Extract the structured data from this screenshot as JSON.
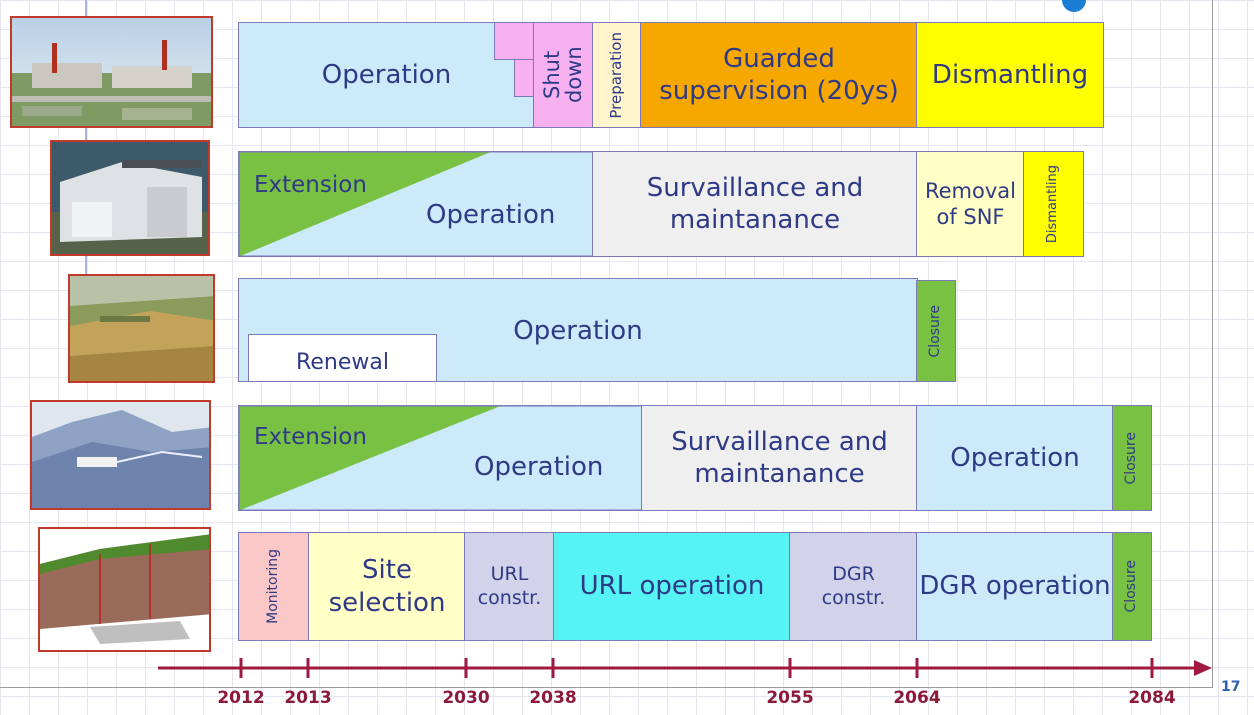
{
  "rows": [
    {
      "photo": "nuclear-power-plant-photo",
      "blocks": [
        {
          "label": "Operation"
        },
        {
          "label": "Shut down"
        },
        {
          "label": "Preparation"
        },
        {
          "label": "Guarded supervision (20ys)"
        },
        {
          "label": "Dismantling"
        }
      ]
    },
    {
      "photo": "interim-storage-facility-photo",
      "blocks": [
        {
          "label": "Extension"
        },
        {
          "label": "Operation"
        },
        {
          "label": "Survaillance and maintanance"
        },
        {
          "label": "Removal of SNF"
        },
        {
          "label": "Dismantling"
        }
      ]
    },
    {
      "photo": "farmland-repository-photo",
      "blocks": [
        {
          "label": "Operation"
        },
        {
          "label": "Renewal"
        },
        {
          "label": "Closure"
        }
      ]
    },
    {
      "photo": "hillside-repository-photo",
      "blocks": [
        {
          "label": "Extension"
        },
        {
          "label": "Operation"
        },
        {
          "label": "Survaillance and maintanance"
        },
        {
          "label": "Operation"
        },
        {
          "label": "Closure"
        }
      ]
    },
    {
      "photo": "geological-repository-cross-section",
      "blocks": [
        {
          "label": "Monitoring"
        },
        {
          "label": "Site selection"
        },
        {
          "label": "URL constr."
        },
        {
          "label": "URL operation"
        },
        {
          "label": "DGR constr."
        },
        {
          "label": "DGR operation"
        },
        {
          "label": "Closure"
        }
      ]
    }
  ],
  "timeline": {
    "years": [
      "2012",
      "2013",
      "2030",
      "2038",
      "2055",
      "2064",
      "2084"
    ]
  },
  "page_number": "17",
  "colors": {
    "operation": "#cdeafa",
    "shutdown": "#f7b0f0",
    "preparation": "#fff4cc",
    "guarded": "#f6a800",
    "dismantling": "#ffff00",
    "extension": "#79c143",
    "survaillance": "#efefef",
    "removal": "#ffffc6",
    "closure": "#79c143",
    "monitoring": "#fcc7c7",
    "site_selection": "#ffffc6",
    "url_constr": "#d2d2ea",
    "url_operation": "#55f3f3",
    "dgr_constr": "#d2d2ea",
    "axis": "#a2193f",
    "photo_border": "#c0392b"
  }
}
